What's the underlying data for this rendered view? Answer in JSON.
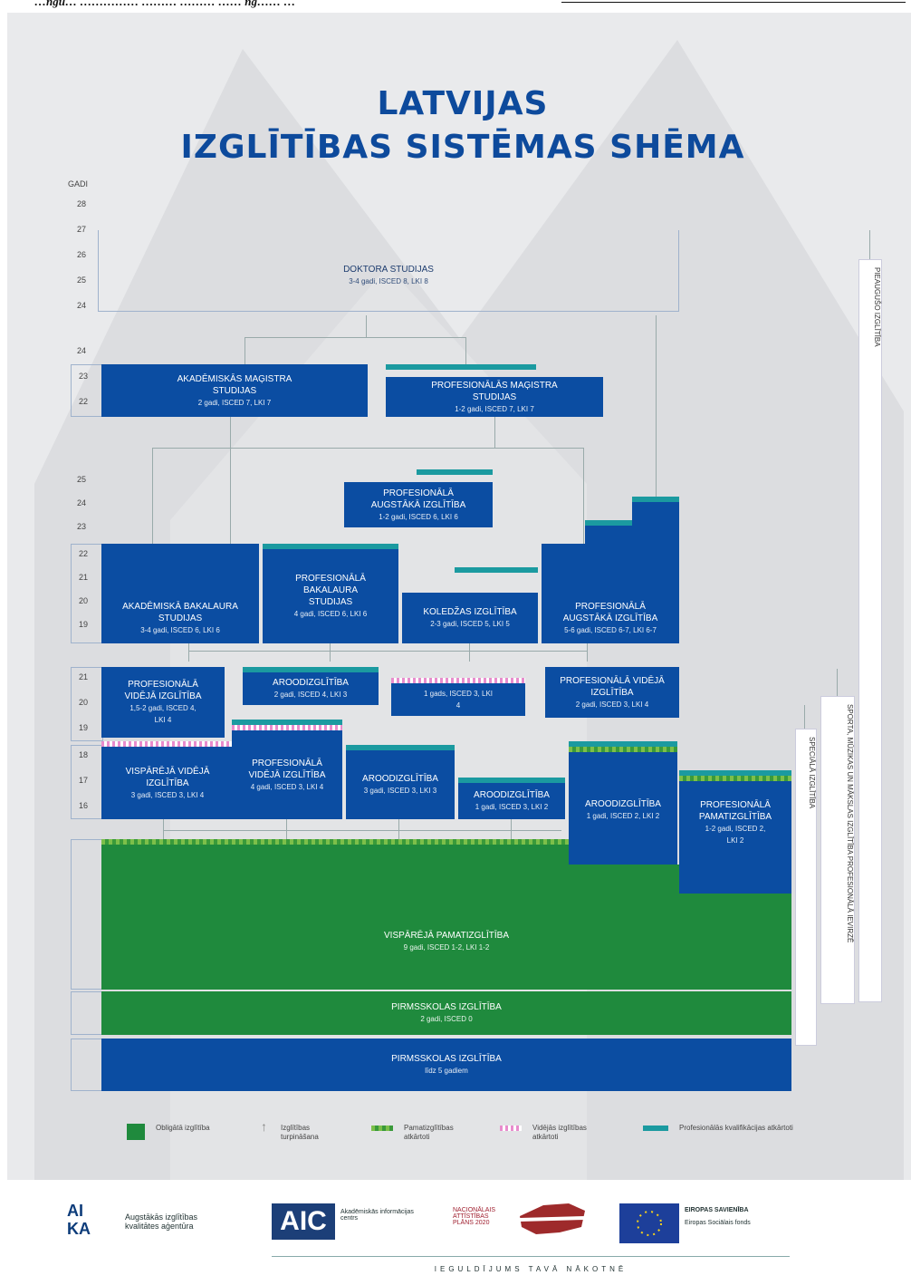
{
  "header_cut": "…ngū… …………… ……… ……… …… ng…… …",
  "title": {
    "line1": "LATVIJAS",
    "line2": "IZGLĪTĪBAS SISTĒMAS SHĒMA"
  },
  "years_label": "GADI",
  "years": {
    "doctoral": [
      "28",
      "27",
      "26",
      "25",
      "24"
    ],
    "master": [
      "24",
      "23",
      "22"
    ],
    "higher": [
      "25",
      "24",
      "23",
      "22",
      "21",
      "20",
      "19"
    ],
    "secondary": [
      "21",
      "20",
      "19",
      "18",
      "17",
      "16"
    ]
  },
  "boxes": {
    "doctoral": {
      "title": "DOKTORA STUDIJAS",
      "sub": "3-4 gadi, ISCED 8, LKI 8"
    },
    "academic_master": {
      "title": "AKADĒMISKĀS MAĢISTRA STUDIJAS",
      "sub": "2 gadi, ISCED 7, LKI 7"
    },
    "prof_master": {
      "title": "PROFESIONĀLĀS MAĢISTRA STUDIJAS",
      "sub": "1-2 gadi, ISCED 7, LKI 7"
    },
    "prof_higher_short": {
      "title": "PROFESIONĀLĀ AUGSTĀKĀ IZGLĪTĪBA",
      "sub": "1-2 gadi, ISCED 6, LKI 6"
    },
    "academic_bachelor": {
      "title": "AKADĒMISKĀ BAKALAURA STUDIJAS",
      "sub": "3-4 gadi, ISCED 6, LKI 6"
    },
    "prof_bachelor": {
      "title": "PROFESIONĀLĀ BAKALAURA STUDIJAS",
      "sub": "4 gadi, ISCED 6, LKI 6"
    },
    "college": {
      "title": "KOLEDŽAS IZGLĪTĪBA",
      "sub": "2-3 gadi, ISCED 5, LKI 5"
    },
    "prof_higher_long": {
      "title": "PROFESIONĀLĀ AUGSTĀKĀ IZGLĪTĪBA",
      "sub": "5-6 gadi, ISCED 6-7, LKI 6-7"
    },
    "prof_secondary_a": {
      "title": "PROFESIONĀLĀ VIDĒJĀ IZGLĪTĪBA",
      "sub": "1,5-2 gadi, ISCED 4, LKI 4"
    },
    "vocational_a": {
      "title": "AROODIZGLĪTĪBA",
      "sub": "2 gadi, ISCED 4, LKI 3"
    },
    "one_year": {
      "title": "",
      "sub": "1 gads, ISCED 3, LKI 4"
    },
    "prof_secondary_b": {
      "title": "PROFESIONĀLĀ VIDĒJĀ IZGLĪTĪBA",
      "sub": "2 gadi, ISCED 3, LKI 4"
    },
    "general_secondary": {
      "title": "VISPĀRĒJĀ VIDĒJĀ IZGLĪTĪBA",
      "sub": "3 gadi, ISCED 3, LKI 4"
    },
    "prof_secondary_c": {
      "title": "PROFESIONĀLĀ VIDĒJĀ IZGLĪTĪBA",
      "sub": "4 gadi, ISCED 3, LKI 4"
    },
    "vocational_b": {
      "title": "AROODIZGLĪTĪBA",
      "sub": "3 gadi, ISCED 3, LKI 3"
    },
    "vocational_c": {
      "title": "AROODIZGLĪTĪBA",
      "sub": "1 gadi, ISCED 3, LKI 2"
    },
    "vocational_d": {
      "title": "AROODIZGLĪTĪBA",
      "sub": "1 gadi, ISCED 2, LKI 2"
    },
    "prof_basic": {
      "title": "PROFESIONĀLĀ PAMATIZGLĪTĪBA",
      "sub": "1-2 gadi, ISCED 2, LKI 2"
    },
    "general_basic": {
      "title": "VISPĀRĒJĀ PAMATIZGLĪTĪBA",
      "sub": "9 gadi, ISCED 1-2, LKI 1-2"
    },
    "preschool_a": {
      "title": "PIRMSSKOLAS IZGLĪTĪBA",
      "sub": "2 gadi, ISCED 0"
    },
    "preschool_b": {
      "title": "PIRMSSKOLAS IZGLĪTĪBA",
      "sub": "līdz 5 gadiem"
    }
  },
  "side_bars": [
    "SPECIĀLĀ IZGLĪTĪBA",
    "SPORTA, MŪZIKAS UN MĀKSLAS IZGLĪTĪBA PROFESIONĀLĀ IEVIRZĒ",
    "PIEAUGUŠO IZGLĪTĪBA"
  ],
  "legend": [
    {
      "label": "Obligātā izglītība",
      "color": "#1f8a3d"
    },
    {
      "label": "Izglītības turpināšana",
      "color": "#888888"
    },
    {
      "label": "Pamatizglītības atkārtoti",
      "color": "#7cbf4a"
    },
    {
      "label": "Vidējās izglītības atkārtoti",
      "color": "#e88ccd"
    },
    {
      "label": "Profesionālās kvalifikācijas atkārtoti",
      "color": "#1b9aa0"
    }
  ],
  "footer": {
    "aika_logo": "AI KA",
    "aika_text": "Augstākās izglītības kvalitātes aģentūra",
    "aic_logo": "AIC",
    "aic_text": "Akadēmiskās informācijas centrs",
    "nap_text": "NACIONĀLAIS ATTĪSTĪBAS PLĀNS 2020",
    "eu_title": "EIROPAS SAVIENĪBA",
    "eu_sub": "Eiropas Sociālais fonds",
    "slogan": "IEGULDĪJUMS TAVĀ NĀKOTNĒ"
  }
}
